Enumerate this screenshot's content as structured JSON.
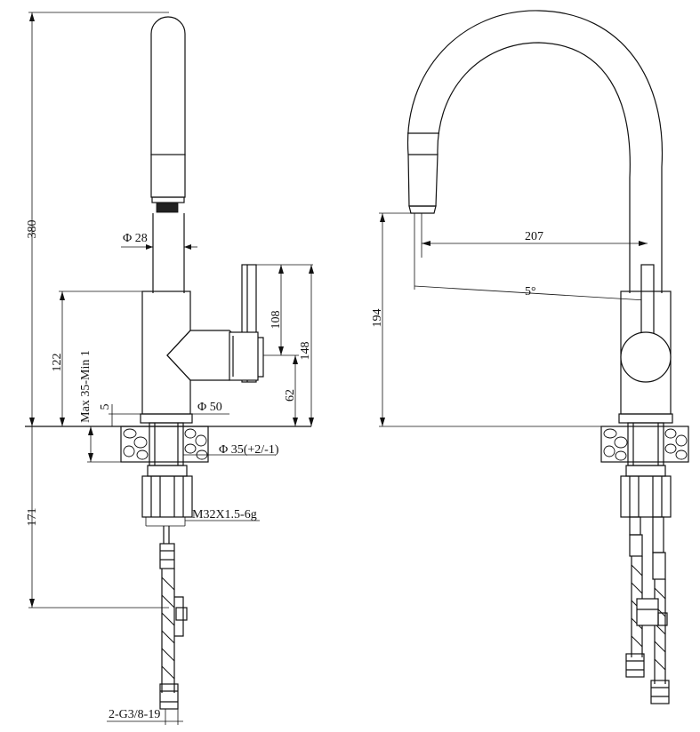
{
  "dimensions": {
    "overall_height": "380",
    "spout_diameter": "Φ 28",
    "lever_height": "108",
    "lever_total": "148",
    "lever_lower": "62",
    "body_height": "122",
    "counter_thickness": "Max 35-Min 1",
    "gap": "5",
    "body_diameter": "Φ 50",
    "hole_diameter": "Φ 35(+2/-1)",
    "thread": "M32X1.5-6g",
    "below_counter": "171",
    "hose_thread": "2-G3/8-19",
    "reach": "207",
    "angle": "5°",
    "spout_height": "194"
  },
  "colors": {
    "line": "#111111",
    "background": "#ffffff"
  }
}
